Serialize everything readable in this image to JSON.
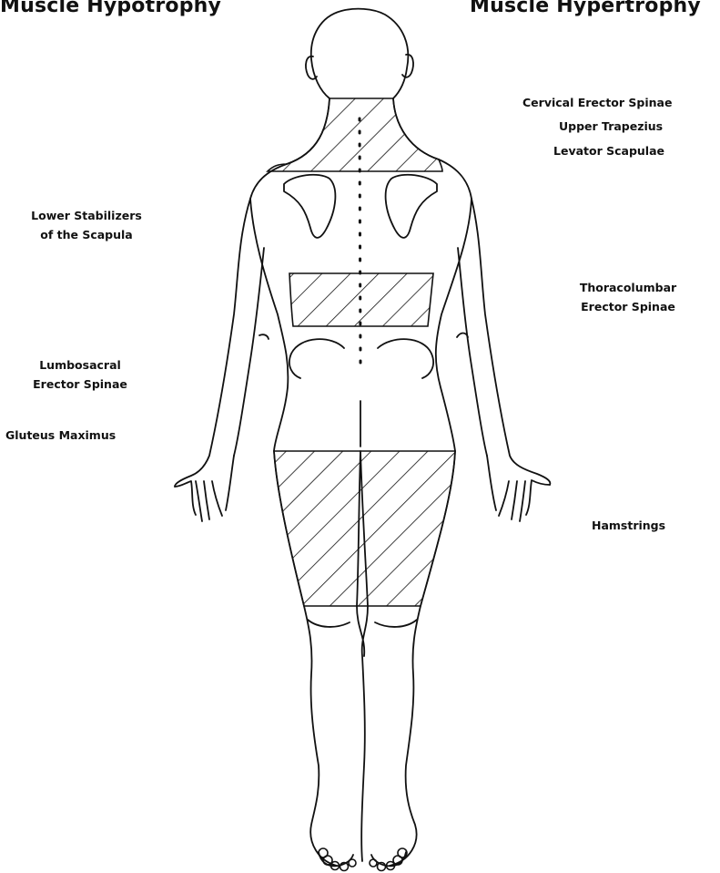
{
  "headers": {
    "left": "Muscle Hypotrophy",
    "right": "Muscle Hypertrophy"
  },
  "labels": {
    "cervical_erector_spinae": "Cervical Erector Spinae",
    "upper_trapezius": "Upper Trapezius",
    "levator_scapulae": "Levator Scapulae",
    "lower_stabilizers_line1": "Lower Stabilizers",
    "lower_stabilizers_line2": "of the Scapula",
    "thoracolumbar_line1": "Thoracolumbar",
    "thoracolumbar_line2": "Erector Spinae",
    "lumbosacral_line1": "Lumbosacral",
    "lumbosacral_line2": "Erector Spinae",
    "gluteus_maximus": "Gluteus Maximus",
    "hamstrings": "Hamstrings"
  },
  "colors": {
    "ink": "#111111",
    "background": "#ffffff"
  }
}
